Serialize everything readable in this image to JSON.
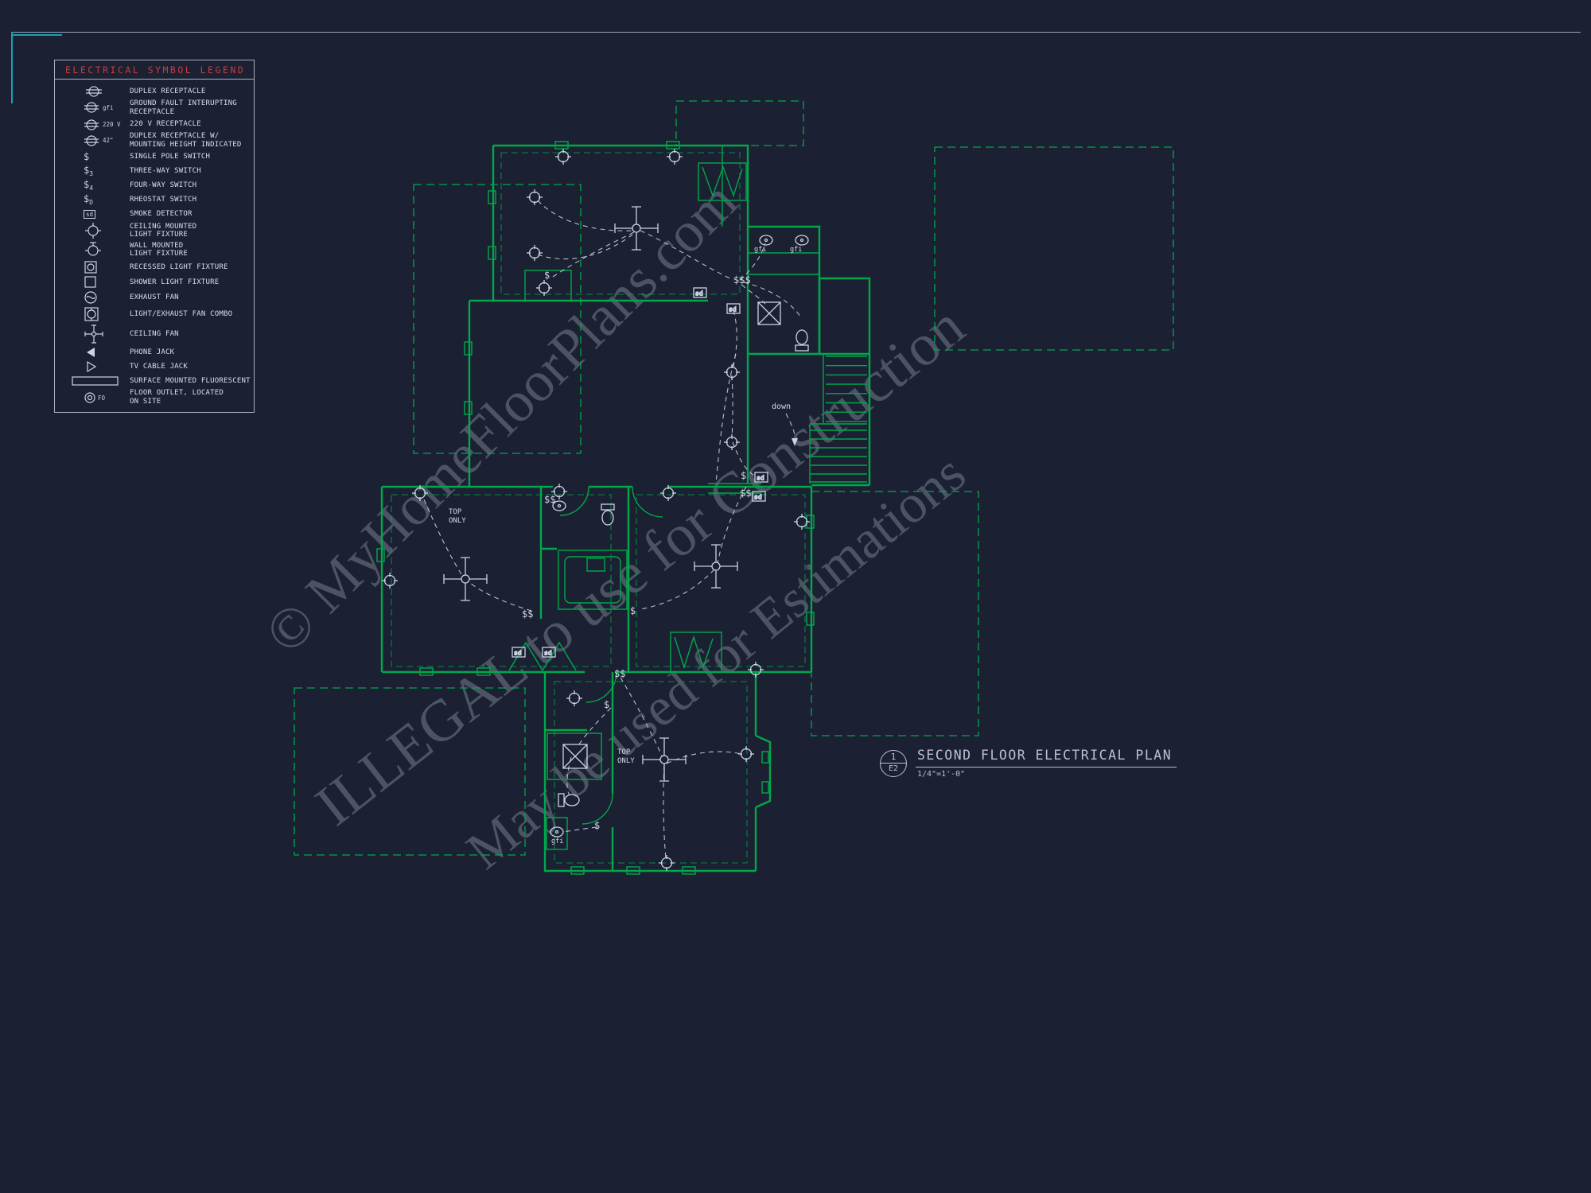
{
  "colors": {
    "background": "#1b2133",
    "wall_green": "#00a84a",
    "symbol_white": "#ccd3e2",
    "legend_red": "#cf3a3a",
    "teal_accent": "#17a3ab",
    "frame_gray": "#9aa3b8"
  },
  "legend": {
    "title": "ELECTRICAL SYMBOL LEGEND",
    "items": [
      {
        "label": "DUPLEX RECEPTACLE"
      },
      {
        "label": "GROUND FAULT INTERUPTING\nRECEPTACLE"
      },
      {
        "label": "220 V RECEPTACLE"
      },
      {
        "label": "DUPLEX RECEPTACLE W/\nMOUNTING HEIGHT INDICATED"
      },
      {
        "label": "SINGLE POLE SWITCH"
      },
      {
        "label": "THREE-WAY SWITCH"
      },
      {
        "label": "FOUR-WAY SWITCH"
      },
      {
        "label": "RHEOSTAT SWITCH"
      },
      {
        "label": "SMOKE DETECTOR"
      },
      {
        "label": "CEILING MOUNTED\nLIGHT FIXTURE"
      },
      {
        "label": "WALL MOUNTED\nLIGHT FIXTURE"
      },
      {
        "label": "RECESSED LIGHT FIXTURE"
      },
      {
        "label": "SHOWER LIGHT FIXTURE"
      },
      {
        "label": "EXHAUST FAN"
      },
      {
        "label": "LIGHT/EXHAUST FAN COMBO"
      },
      {
        "label": "CEILING FAN"
      },
      {
        "label": "PHONE JACK"
      },
      {
        "label": "TV CABLE JACK"
      },
      {
        "label": "SURFACE MOUNTED FLUORESCENT"
      },
      {
        "label": "FLOOR OUTLET, LOCATED\nON SITE"
      }
    ],
    "sym_labels": {
      "gfi": "gfi",
      "v220": "220 V",
      "h42": "42\"",
      "s3": "3",
      "s4": "4",
      "sD": "D",
      "sd": "sd",
      "fo": "FO"
    }
  },
  "sym": {
    "d1": "$",
    "d2": "$$",
    "d3": "$$$",
    "sd": "sd",
    "gfi": "gfi"
  },
  "plan": {
    "labels": {
      "down": "down",
      "top": "TOP",
      "only": "ONLY"
    }
  },
  "title_block": {
    "number": "1",
    "sheet": "E2",
    "title": "SECOND FLOOR ELECTRICAL PLAN",
    "scale": "1/4\"=1'-0\""
  },
  "watermark": {
    "line1": "© MyHomeFloorPlans.com",
    "line2": "ILLEGAL to use for Construction",
    "line3": "May be used for Estimations"
  }
}
